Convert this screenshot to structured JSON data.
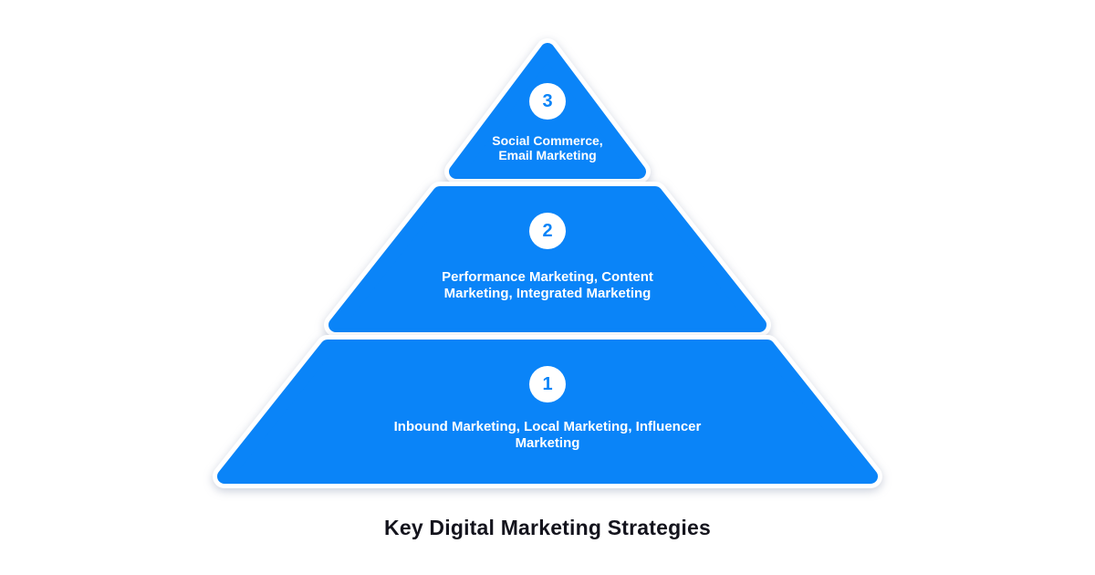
{
  "theme": {
    "accent": "#0a84f8",
    "tier_text": "#ffffff",
    "title_color": "#14141d",
    "background": "#ffffff"
  },
  "title": "Key Digital Marketing Strategies",
  "pyramid": {
    "levels": [
      {
        "number": "3",
        "label": "Social Commerce,\nEmail Marketing"
      },
      {
        "number": "2",
        "label": "Performance Marketing, Content\nMarketing, Integrated Marketing"
      },
      {
        "number": "1",
        "label": "Inbound Marketing, Local Marketing, Influencer\nMarketing"
      }
    ]
  }
}
